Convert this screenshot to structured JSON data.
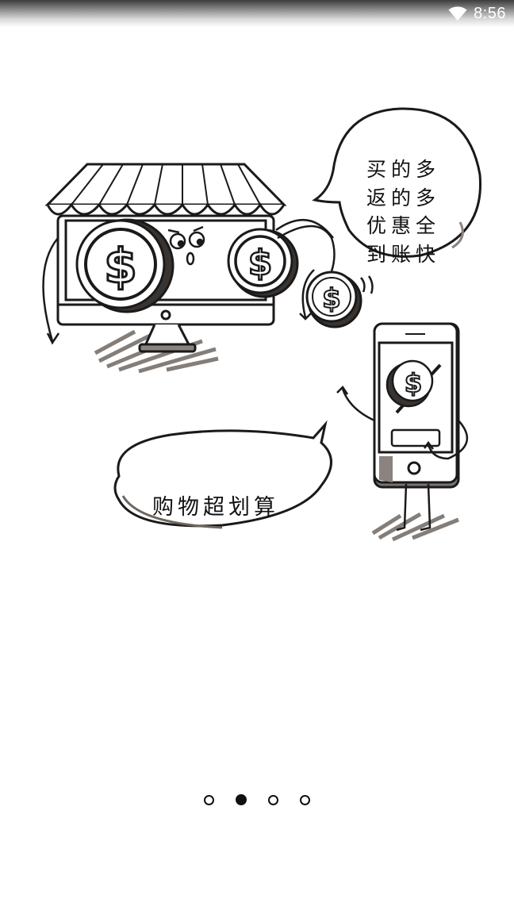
{
  "status_bar": {
    "time": "8:56",
    "icons": [
      "wifi-icon"
    ]
  },
  "illustration": {
    "description": "hand-drawn storefront monitor with coins and a smartphone character",
    "bubble_top": {
      "lines": [
        "买的多",
        "返的多",
        "优惠全",
        "到账快"
      ]
    },
    "bubble_bottom": {
      "text": "购物超划算"
    }
  },
  "pager": {
    "total": 4,
    "active_index": 1,
    "dots": [
      {
        "label": "page-1",
        "active": false
      },
      {
        "label": "page-2",
        "active": true
      },
      {
        "label": "page-3",
        "active": false
      },
      {
        "label": "page-4",
        "active": false
      }
    ]
  },
  "colors": {
    "ink": "#1a1a1a",
    "shadow": "#6e6660",
    "background": "#ffffff"
  }
}
